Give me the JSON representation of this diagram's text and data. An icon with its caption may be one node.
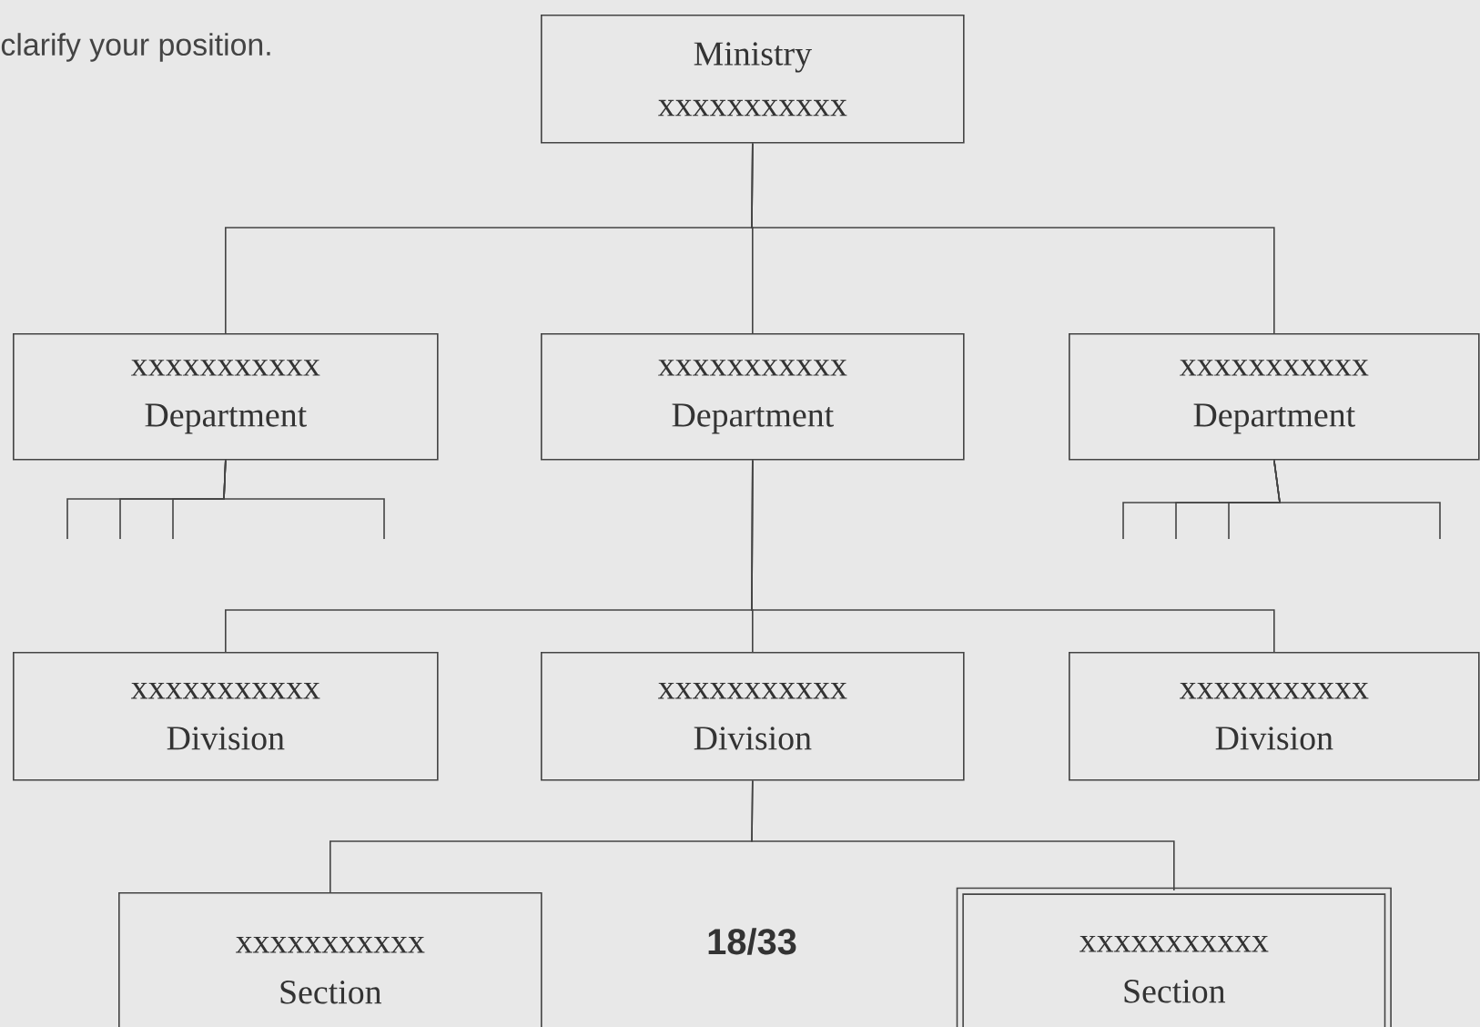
{
  "diagram": {
    "nodes": [
      {
        "text": [
          "Ministry",
          "xxxxxxxxxxx"
        ]
      },
      {
        "text": [
          "xxxxxxxxxxx",
          "Department"
        ]
      },
      {
        "text": [
          "xxxxxxxxxxx",
          "Department"
        ]
      },
      {
        "text": [
          "xxxxxxxxxxx",
          "Department"
        ]
      },
      {
        "text": [
          "xxxxxxxxxxx",
          "Division"
        ]
      },
      {
        "text": [
          "xxxxxxxxxxx",
          "Division"
        ]
      },
      {
        "text": [
          "xxxxxxxxxxx",
          "Division"
        ]
      },
      {
        "text": [
          "xxxxxxxxxxx",
          "Section"
        ]
      },
      {
        "text": [
          "xxxxxxxxxxx",
          "Section"
        ]
      }
    ],
    "edges": [
      {
        "from": 0,
        "to": 1,
        "arrow": "none"
      },
      {
        "from": 0,
        "to": 2,
        "arrow": "none"
      },
      {
        "from": 0,
        "to": 3,
        "arrow": "none"
      },
      {
        "from": 2,
        "to": 4,
        "arrow": "none"
      },
      {
        "from": 2,
        "to": 5,
        "arrow": "none"
      },
      {
        "from": 2,
        "to": 6,
        "arrow": "none"
      },
      {
        "from": 5,
        "to": 7,
        "arrow": "none"
      },
      {
        "from": 5,
        "to": 8,
        "arrow": "none"
      },
      {
        "from": 1,
        "to": null,
        "arrow": "none"
      },
      {
        "from": 1,
        "to": null,
        "arrow": "none"
      },
      {
        "from": 1,
        "to": null,
        "arrow": "none"
      },
      {
        "from": 1,
        "to": null,
        "arrow": "none"
      },
      {
        "from": 3,
        "to": null,
        "arrow": "none"
      },
      {
        "from": 3,
        "to": null,
        "arrow": "none"
      },
      {
        "from": 3,
        "to": null,
        "arrow": "none"
      },
      {
        "from": 3,
        "to": null,
        "arrow": "none"
      }
    ],
    "labels": [
      "clarify your position.",
      "18/33"
    ]
  }
}
